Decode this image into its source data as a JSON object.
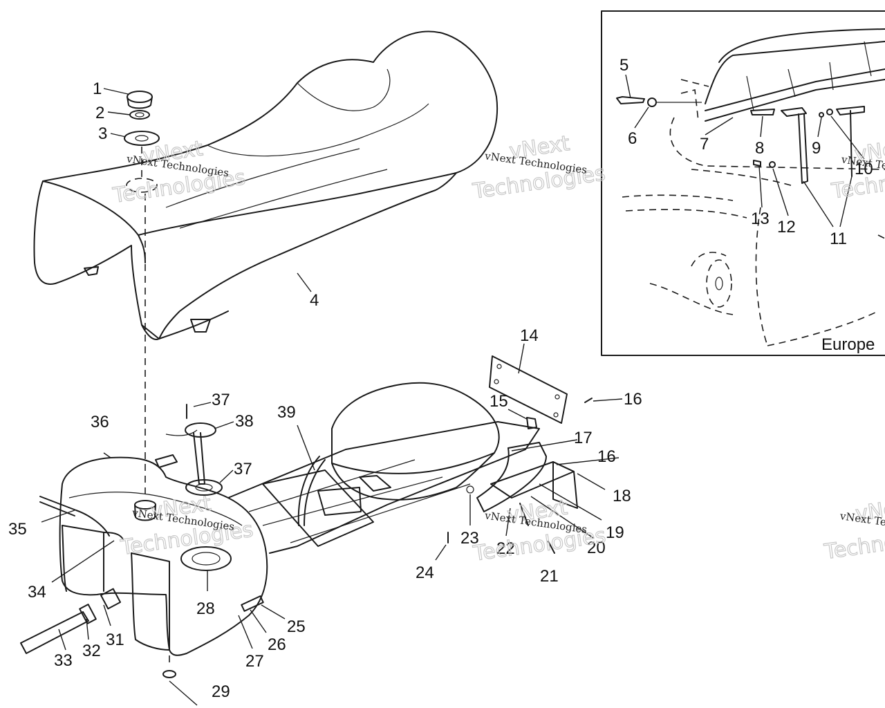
{
  "labels": [
    "1",
    "2",
    "3",
    "4",
    "5",
    "6",
    "7",
    "8",
    "9",
    "10",
    "11",
    "12",
    "13",
    "14",
    "15",
    "16",
    "16",
    "17",
    "18",
    "19",
    "20",
    "21",
    "22",
    "23",
    "24",
    "25",
    "26",
    "27",
    "28",
    "29",
    "31",
    "32",
    "33",
    "34",
    "35",
    "36",
    "37",
    "37",
    "38",
    "39"
  ],
  "inset": {
    "region_text": "Europe"
  },
  "watermark": {
    "line1": "vNext Technologies",
    "brand_top": "vNext",
    "brand_bottom": "Technologies"
  }
}
